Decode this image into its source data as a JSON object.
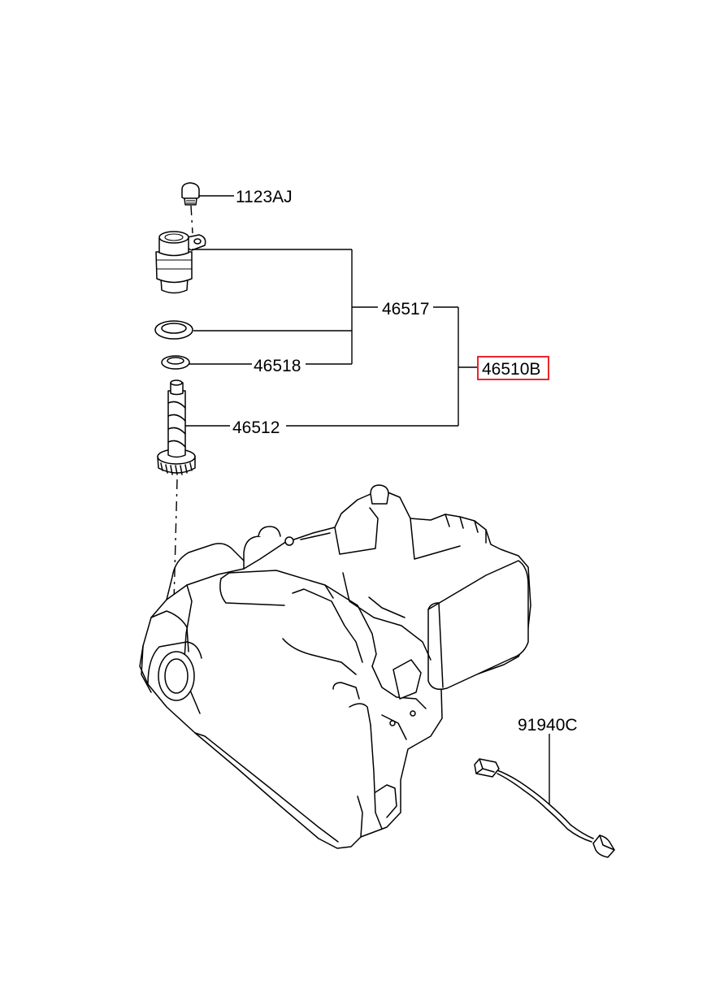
{
  "parts": {
    "bolt": "1123AJ",
    "sensor_assy": "46517",
    "oring": "46518",
    "assembly": "46510B",
    "driven_gear": "46512",
    "harness": "91940C"
  },
  "highlight_color": "#e8262b"
}
